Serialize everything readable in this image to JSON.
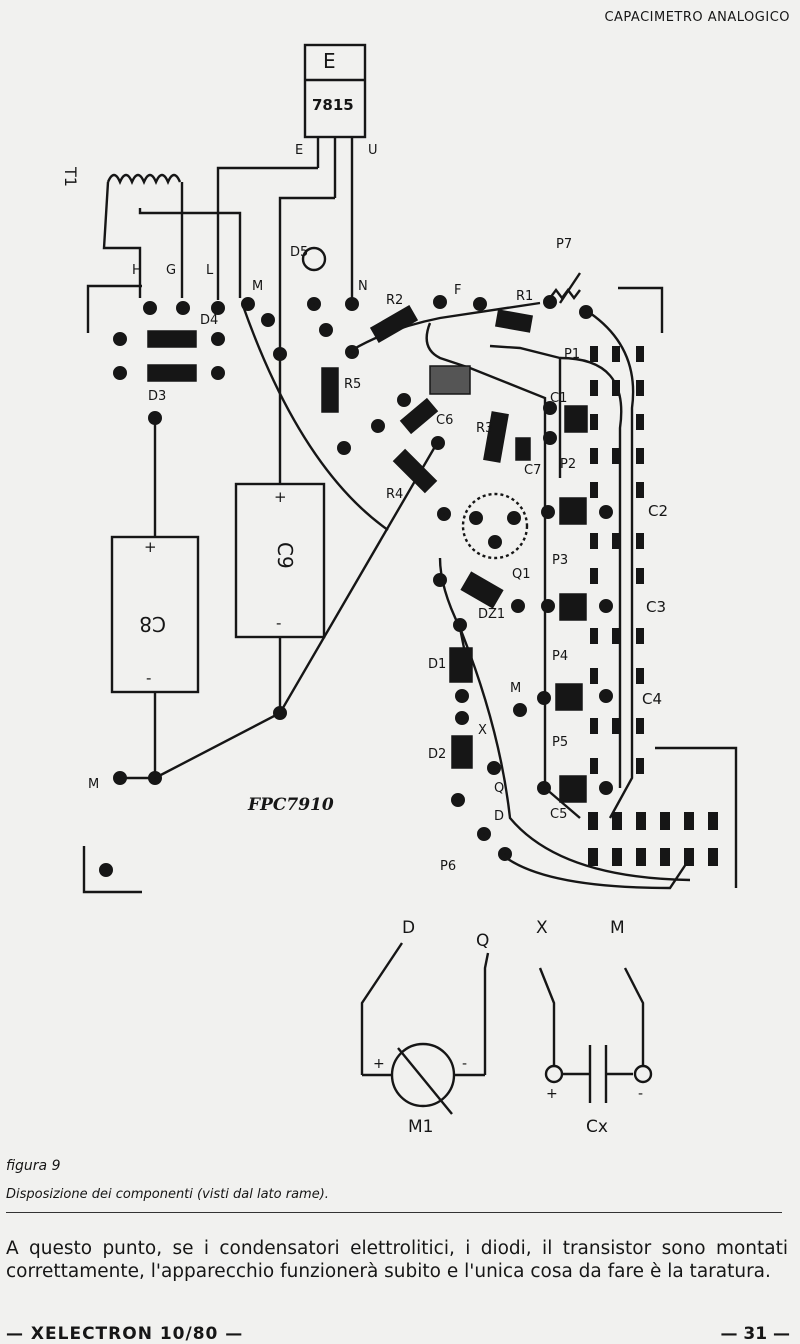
{
  "header": {
    "title": "CAPACIMETRO ANALOGICO"
  },
  "figure": {
    "board_code": "FPC7910",
    "regulator": "7815",
    "labels": {
      "t1": "T1",
      "h": "H",
      "g": "G",
      "l": "L",
      "m": "M",
      "n": "N",
      "f": "F",
      "d3": "D3",
      "d4": "D4",
      "d5": "D5",
      "d1": "D1",
      "d2": "D2",
      "dz1": "DZ1",
      "r1": "R1",
      "r2": "R2",
      "r3": "R3",
      "r4": "R4",
      "r5": "R5",
      "c1": "C1",
      "c2": "C2",
      "c3": "C3",
      "c4": "C4",
      "c5": "C5",
      "c6": "C6",
      "c7": "C7",
      "c8": "C8",
      "c9": "C9",
      "p1": "P1",
      "p2": "P2",
      "p3": "P3",
      "p4": "P4",
      "p5": "P5",
      "p6": "P6",
      "p7": "P7",
      "q1": "Q1",
      "e": "E",
      "u": "U",
      "x": "X",
      "q": "Q",
      "d": "D",
      "m1": "M1",
      "cx": "Cx",
      "plus": "+",
      "minus": "-"
    }
  },
  "caption": {
    "title": "figura 9",
    "text": "Disposizione dei componenti (visti dal lato rame)."
  },
  "body": {
    "paragraph": "A questo punto, se i condensatori elettrolitici, i diodi, il transistor sono montati correttamente, l'apparecchio funzionerà subito e l'unica cosa da fare è la taratura."
  },
  "footer": {
    "left": "— XELECTRON 10/80 —",
    "right": "— 31 —"
  }
}
